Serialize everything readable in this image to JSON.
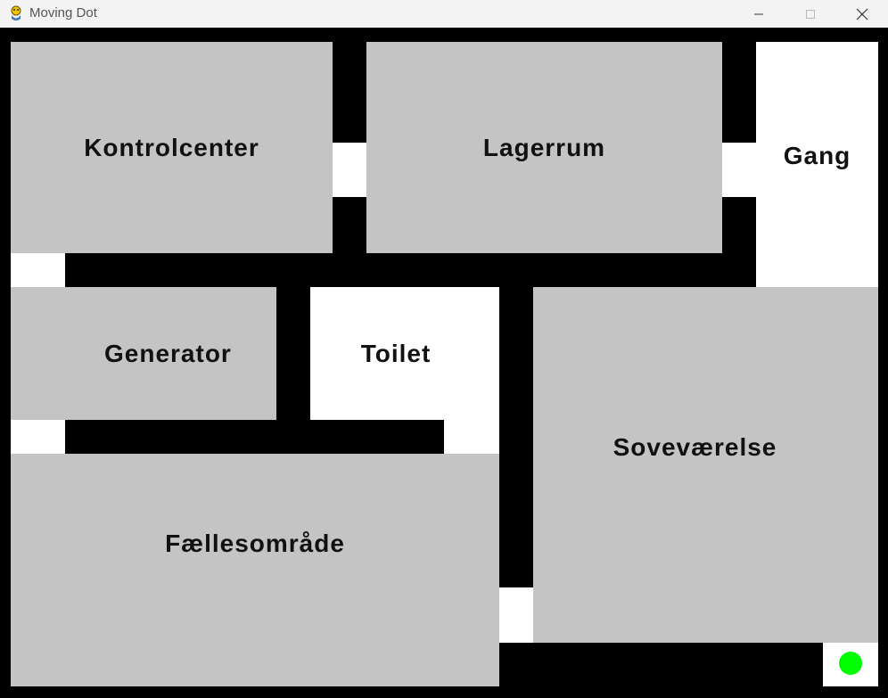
{
  "window": {
    "title": "Moving Dot",
    "icon": "pygame-snake-icon",
    "controls": [
      "minimize",
      "maximize",
      "close"
    ]
  },
  "rooms": {
    "kontrolcenter": "Kontrolcenter",
    "lagerrum": "Lagerrum",
    "gang": "Gang",
    "generator": "Generator",
    "toilet": "Toilet",
    "sovevaerelse": "Soveværelse",
    "faellesomraade": "Fællesområde"
  },
  "colors": {
    "wall": "#000000",
    "room": "#c4c4c4",
    "floor": "#ffffff",
    "player": "#00ff00"
  }
}
